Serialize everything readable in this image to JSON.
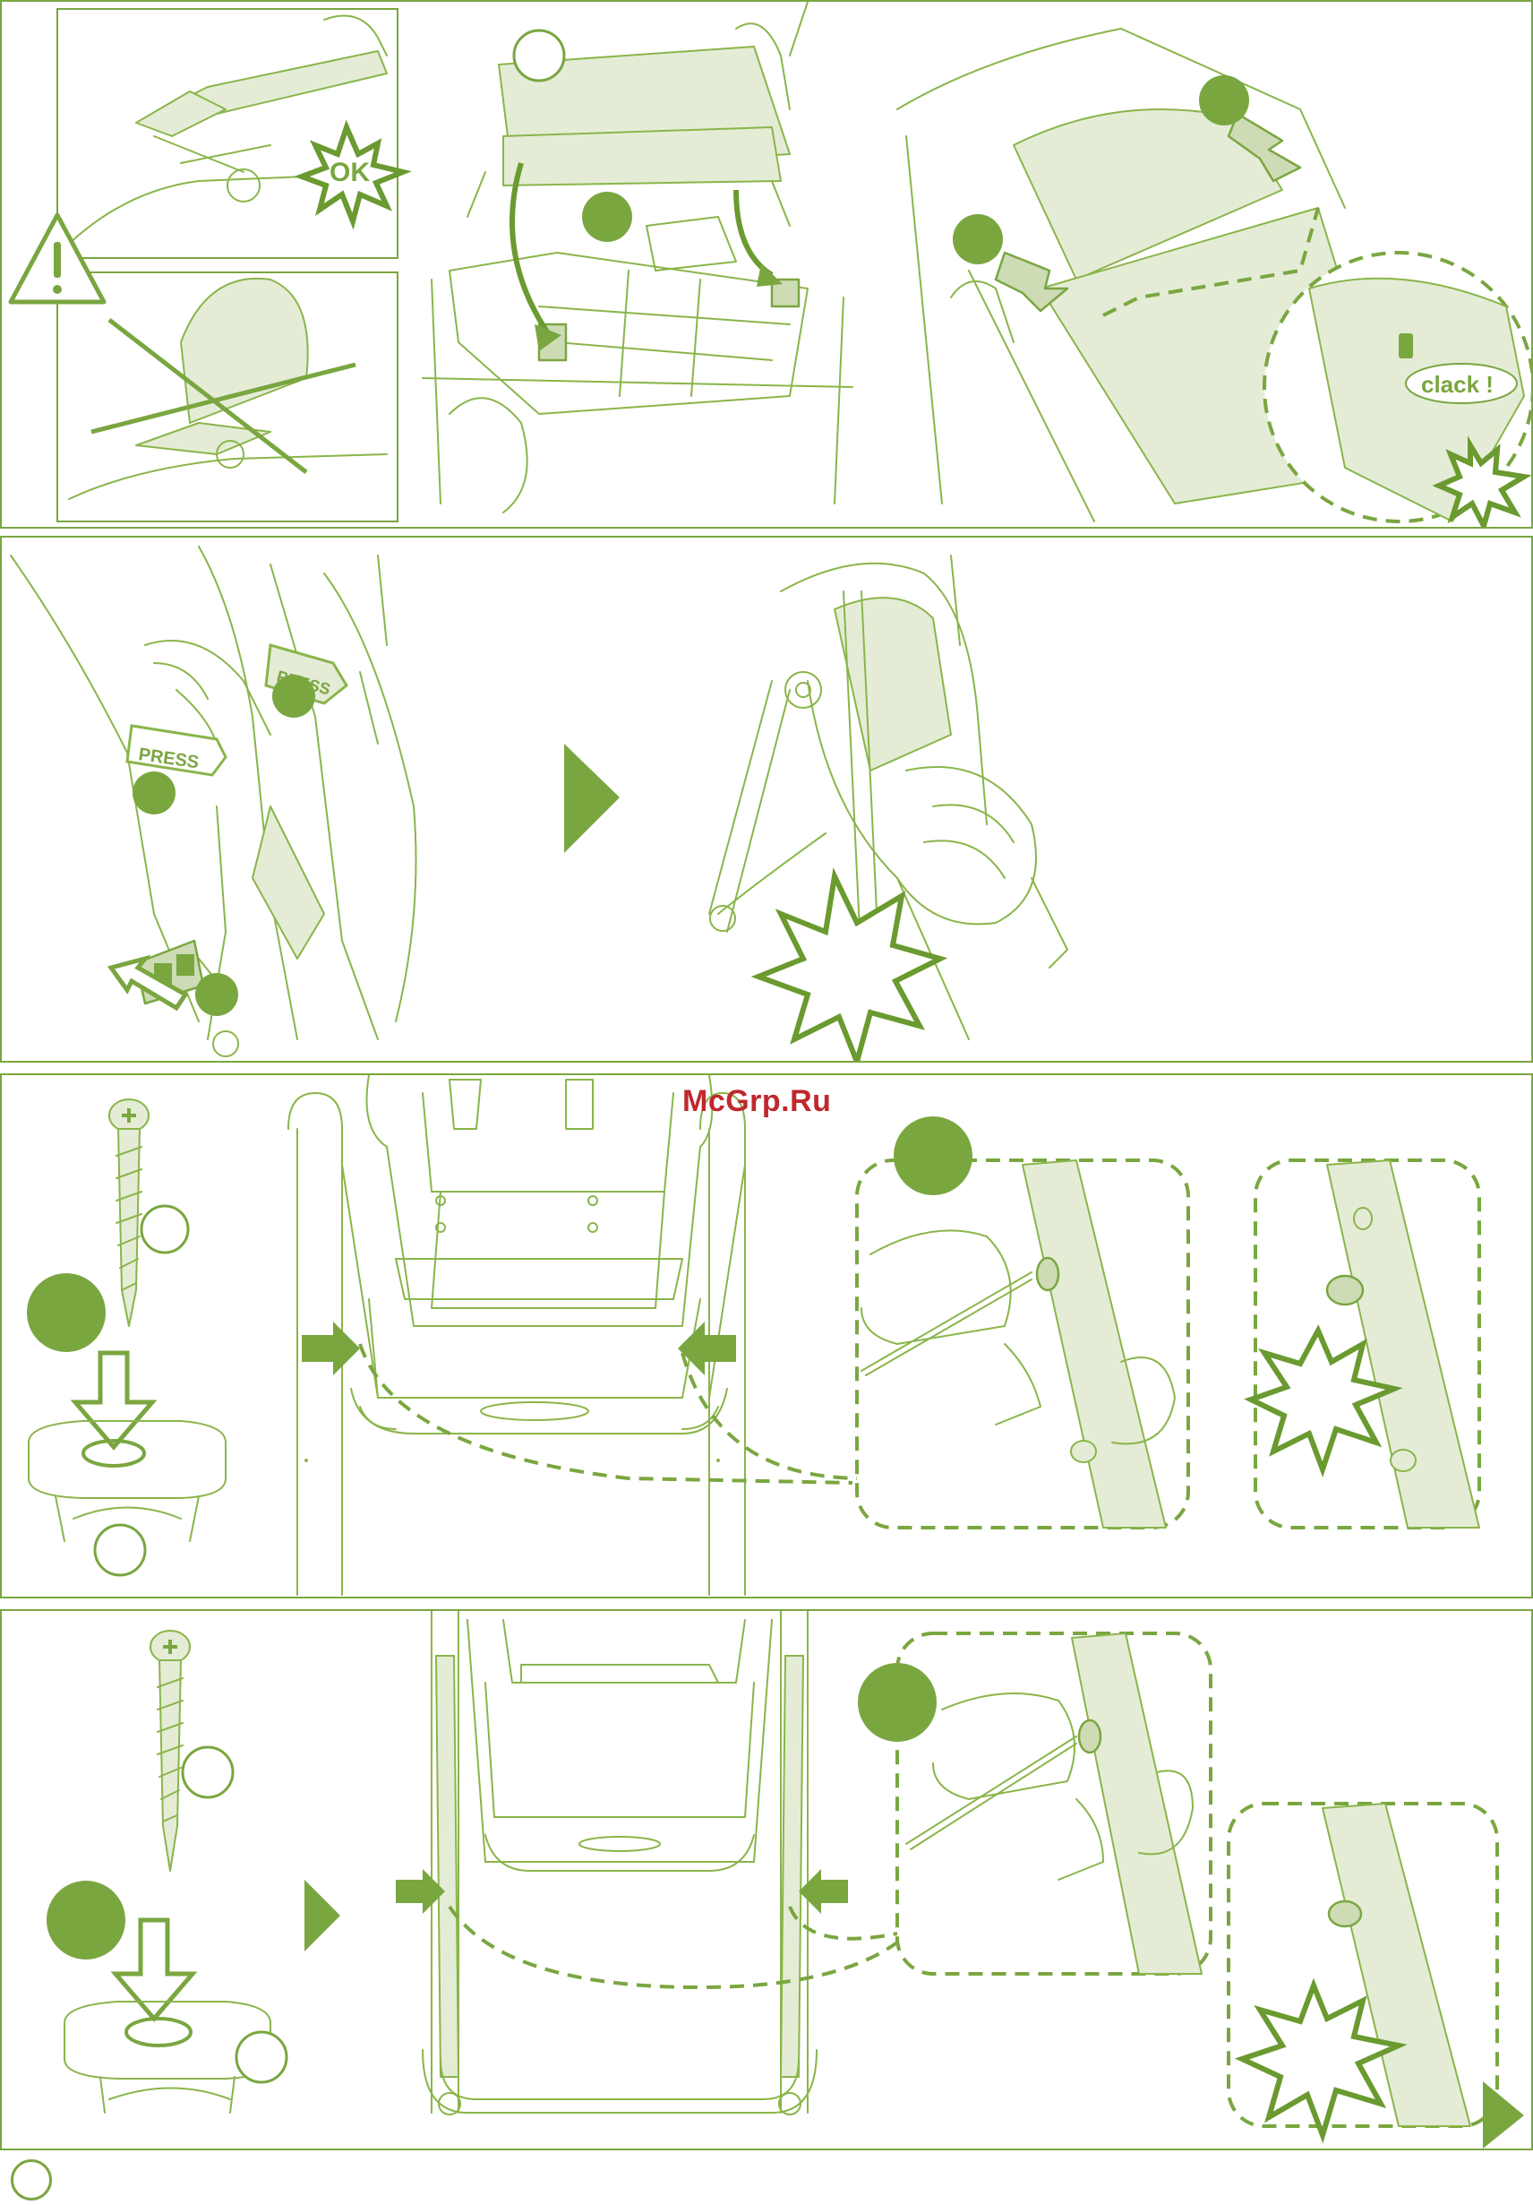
{
  "panel1": {
    "ok_label": "OK",
    "clack_label": "clack !"
  },
  "panel2": {
    "press_label_1": "PRESS",
    "press_label_2": "PRESS"
  },
  "watermark": {
    "text": "McGrp.Ru"
  },
  "colors": {
    "accent": "#7aa640",
    "line": "#8ab54a",
    "fill_light": "#e4ecd6",
    "watermark": "#c0282d"
  },
  "icons": [
    "warning-triangle-icon",
    "next-step-arrow-icon",
    "burst-icon",
    "screw-icon",
    "down-arrow-icon"
  ]
}
